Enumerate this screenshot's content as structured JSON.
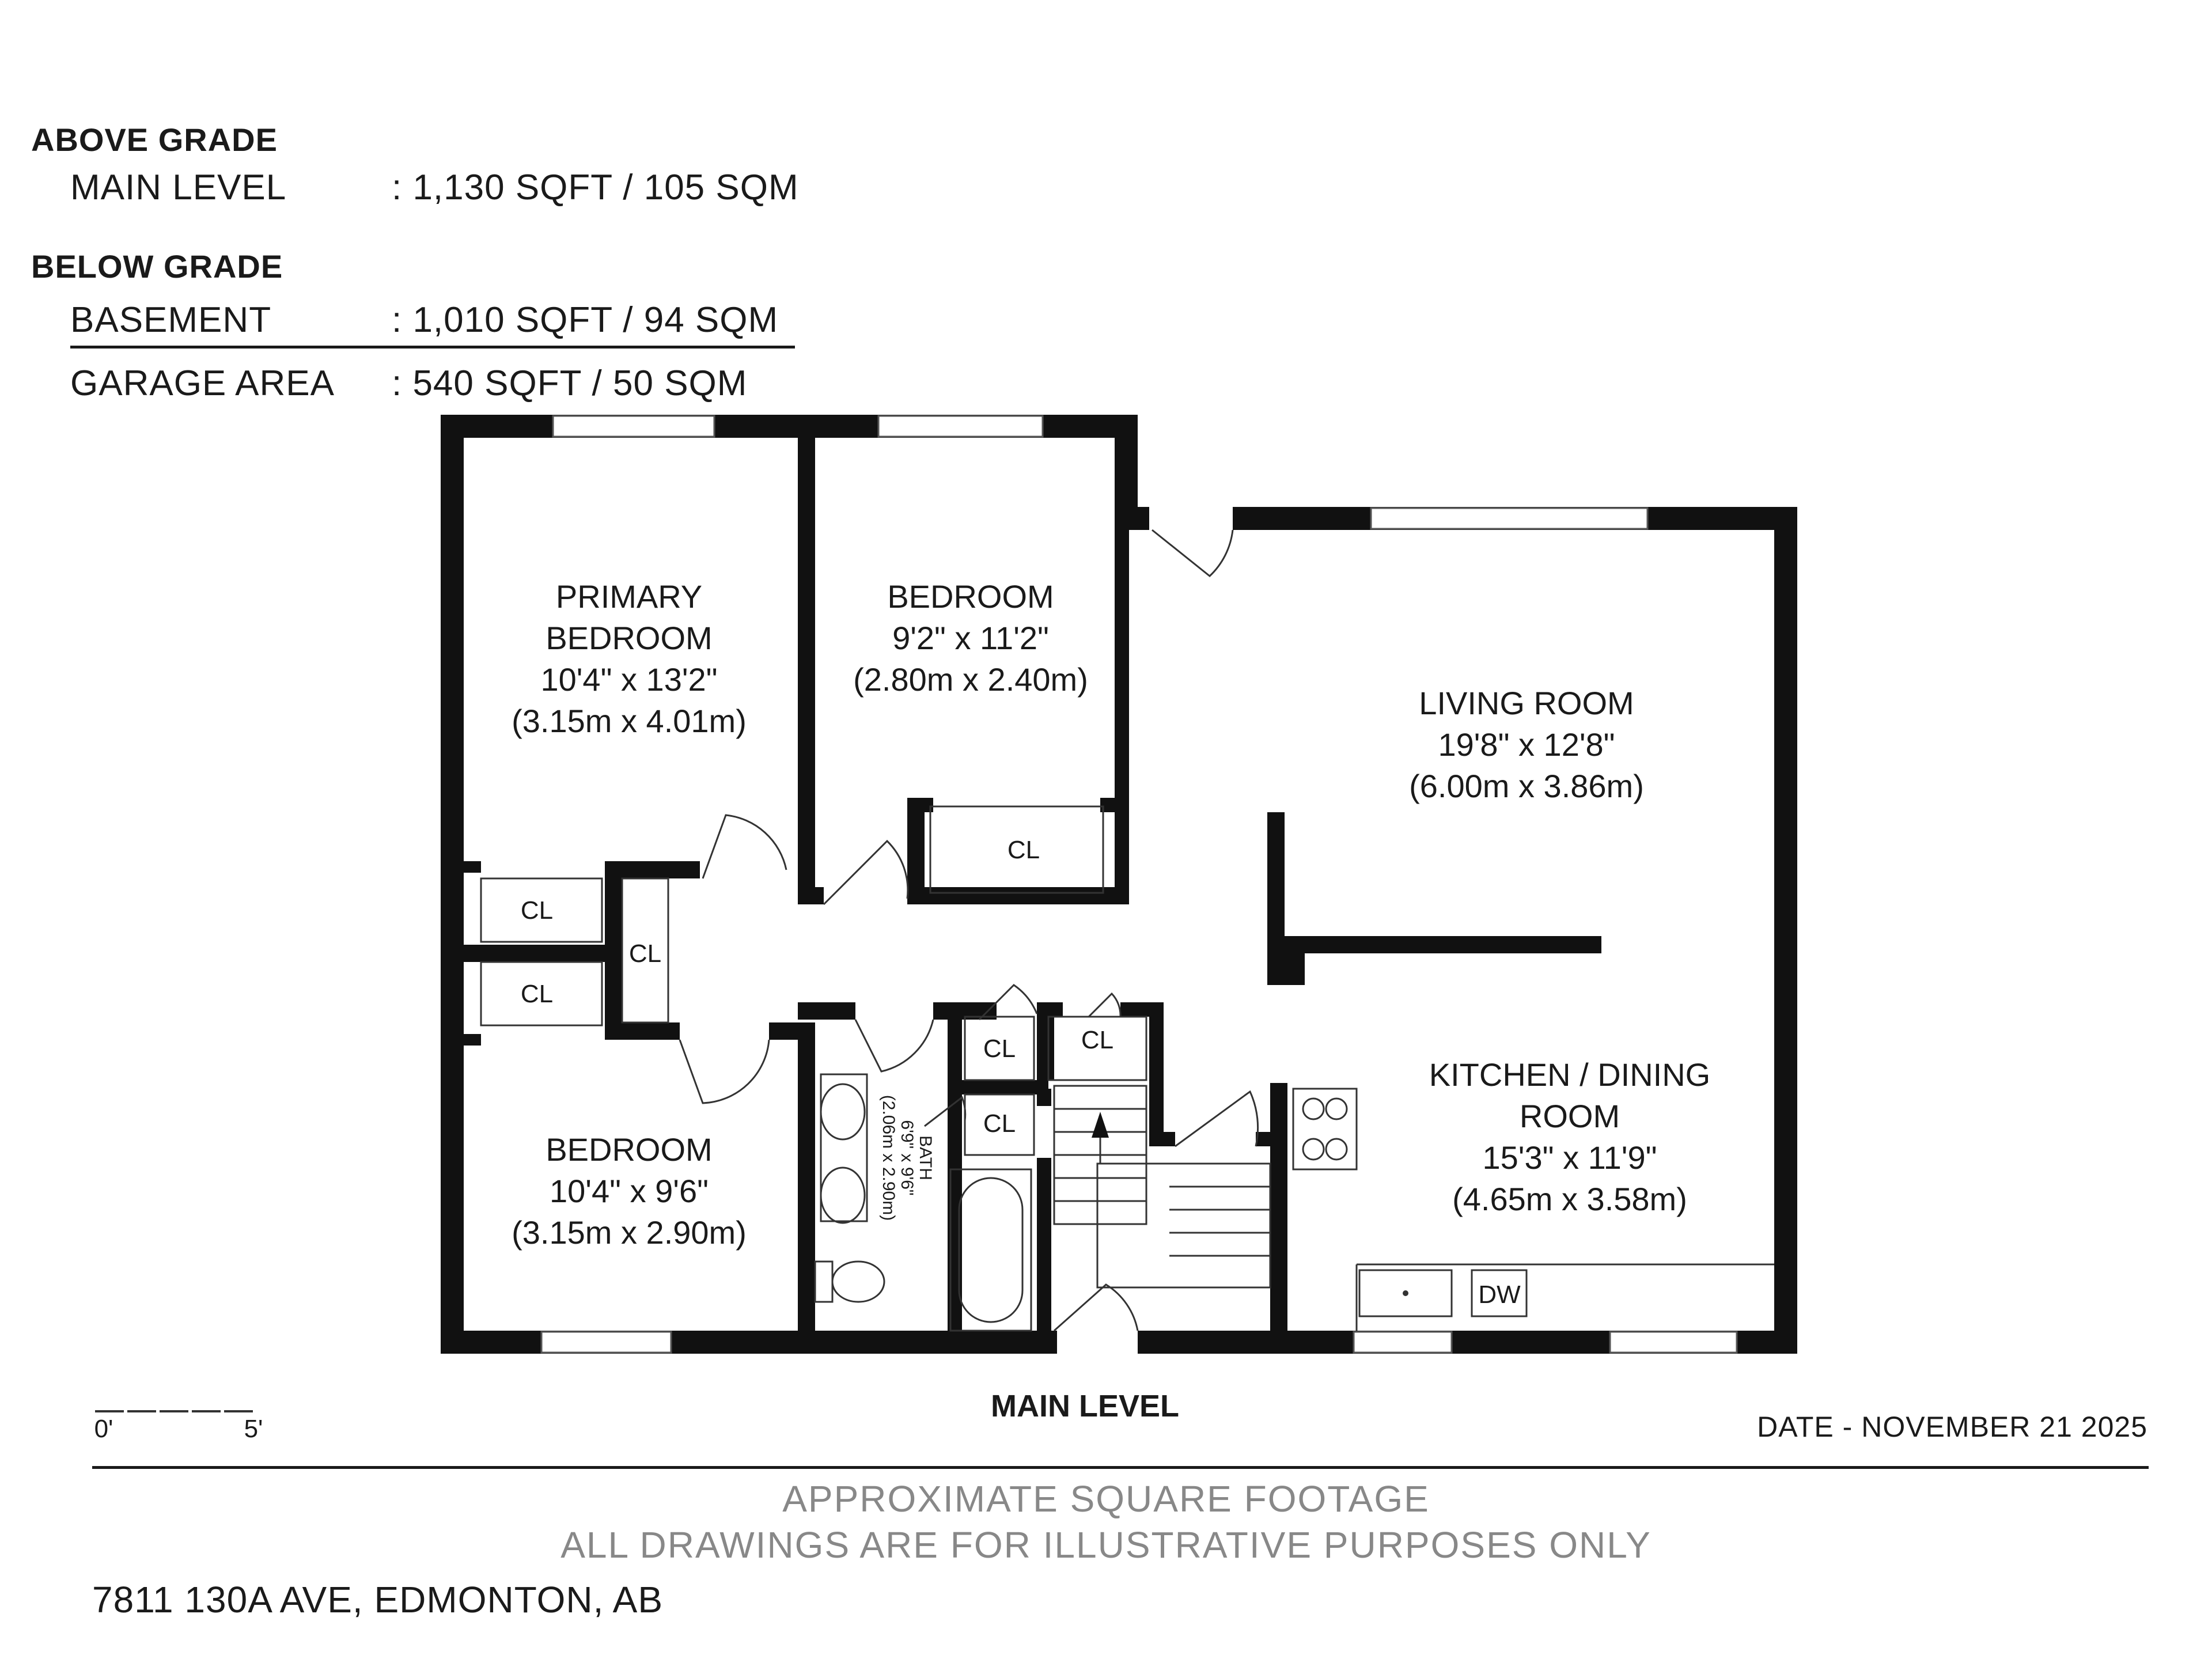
{
  "summary": {
    "above_grade_heading": "ABOVE GRADE",
    "main_level_label": "MAIN LEVEL",
    "main_level_value": ": 1,130 SQFT / 105 SQM",
    "below_grade_heading": "BELOW GRADE",
    "basement_label": "BASEMENT",
    "basement_value": ": 1,010 SQFT / 94 SQM",
    "garage_label": "GARAGE AREA",
    "garage_value": ": 540 SQFT / 50 SQM"
  },
  "rooms": {
    "primary_bedroom": {
      "line1": "PRIMARY",
      "line2": "BEDROOM",
      "dims_imperial": "10'4\" x 13'2\"",
      "dims_metric": "(3.15m x 4.01m)"
    },
    "bedroom_top": {
      "name": "BEDROOM",
      "dims_imperial": "9'2\" x 11'2\"",
      "dims_metric": "(2.80m x 2.40m)"
    },
    "living_room": {
      "name": "LIVING ROOM",
      "dims_imperial": "19'8\" x 12'8\"",
      "dims_metric": "(6.00m x 3.86m)"
    },
    "kitchen_dining": {
      "line1": "KITCHEN / DINING",
      "line2": "ROOM",
      "dims_imperial": "15'3\" x 11'9\"",
      "dims_metric": "(4.65m x 3.58m)"
    },
    "bedroom_bottom": {
      "name": "BEDROOM",
      "dims_imperial": "10'4\" x 9'6\"",
      "dims_metric": "(3.15m x 2.90m)"
    },
    "bath": {
      "name": "BATH",
      "dims_imperial": "6'9\" x 9'6\"",
      "dims_metric": "(2.06m x 2.90m)"
    }
  },
  "closet_label": "CL",
  "dishwasher_label": "DW",
  "scale": {
    "start": "0'",
    "end": "5'"
  },
  "plan_title": "MAIN LEVEL",
  "date": "DATE - NOVEMBER 21 2025",
  "notes": {
    "line1": "APPROXIMATE SQUARE FOOTAGE",
    "line2": "ALL DRAWINGS ARE FOR ILLUSTRATIVE PURPOSES ONLY"
  },
  "address": "7811 130A AVE, EDMONTON, AB"
}
